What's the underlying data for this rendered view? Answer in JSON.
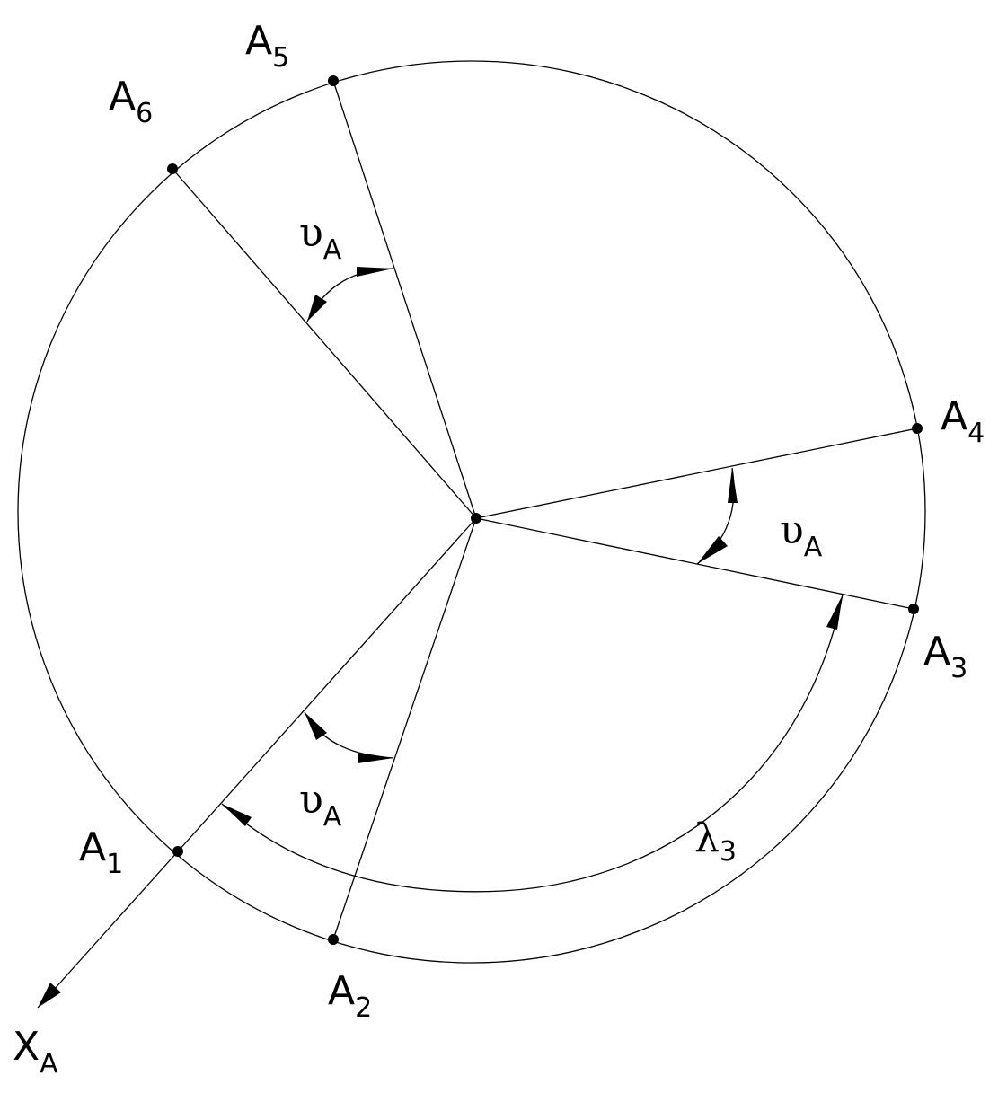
{
  "diagram": {
    "points": [
      {
        "id": "A1",
        "letter": "A",
        "sub": "1"
      },
      {
        "id": "A2",
        "letter": "A",
        "sub": "2"
      },
      {
        "id": "A3",
        "letter": "A",
        "sub": "3"
      },
      {
        "id": "A4",
        "letter": "A",
        "sub": "4"
      },
      {
        "id": "A5",
        "letter": "A",
        "sub": "5"
      },
      {
        "id": "A6",
        "letter": "A",
        "sub": "6"
      }
    ],
    "axis": {
      "letter": "X",
      "sub": "A"
    },
    "angle_labels": [
      {
        "symbol": "υ",
        "sub": "A"
      },
      {
        "symbol": "υ",
        "sub": "A"
      },
      {
        "symbol": "υ",
        "sub": "A"
      }
    ],
    "arc_label": {
      "symbol": "λ",
      "sub": "3"
    },
    "colors": {
      "stroke": "#000000",
      "background": "#ffffff"
    }
  }
}
